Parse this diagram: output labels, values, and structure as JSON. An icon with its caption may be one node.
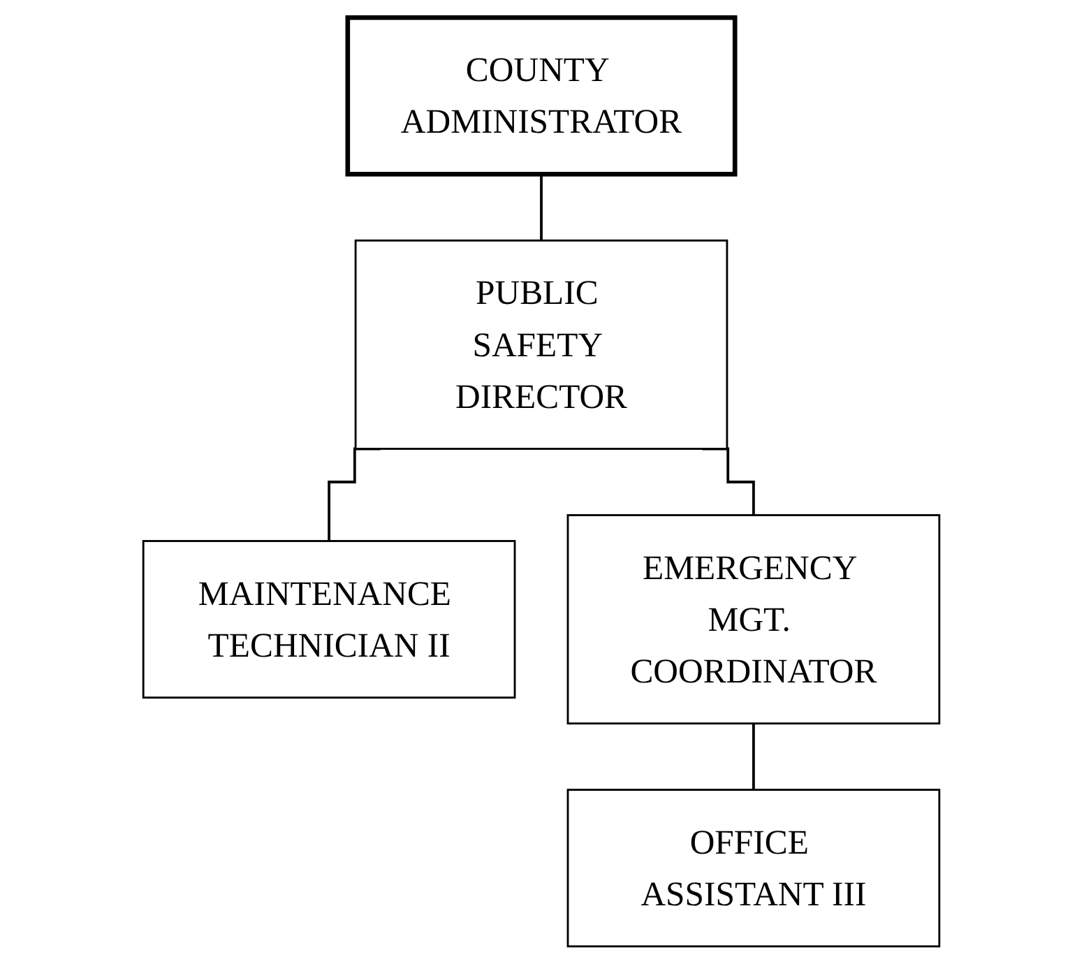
{
  "diagram": {
    "nodes": [
      {
        "text": [
          "COUNTY ADMINISTRATOR"
        ]
      },
      {
        "text": [
          "PUBLIC SAFETY DIRECTOR"
        ]
      },
      {
        "text": [
          "MAINTENANCE TECHNICIAN II"
        ]
      },
      {
        "text": [
          "EMERGENCY MGT. COORDINATOR"
        ]
      },
      {
        "text": [
          "OFFICE ASSISTANT III"
        ]
      }
    ],
    "edges": [
      {
        "from": 0,
        "to": 1,
        "arrow": "none"
      },
      {
        "from": 1,
        "to": 2,
        "arrow": "none"
      },
      {
        "from": 1,
        "to": 3,
        "arrow": "none"
      },
      {
        "from": 3,
        "to": 4,
        "arrow": "none"
      }
    ]
  }
}
